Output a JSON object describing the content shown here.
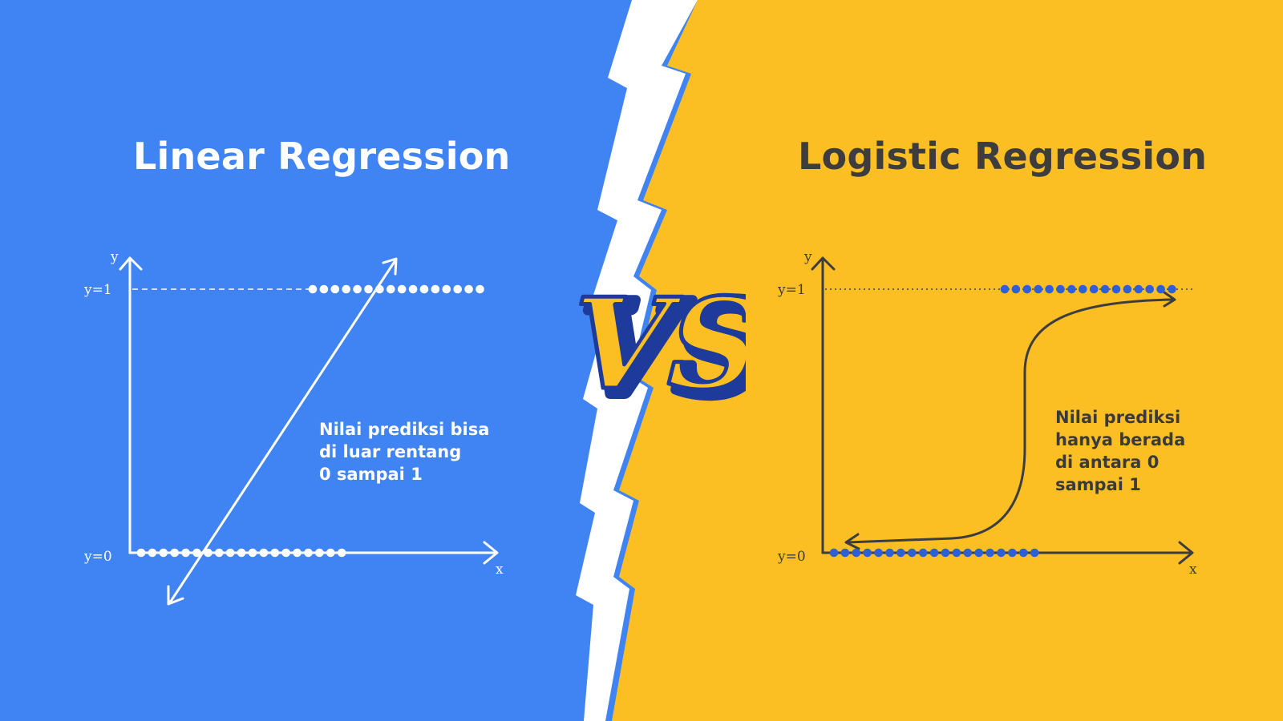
{
  "colors": {
    "left_bg": "#3f84f2",
    "right_bg": "#fbbf24",
    "divider": "#ffffff",
    "vs_fill": "#fbbf24",
    "vs_outline": "#1e3a9a",
    "left_ink": "#ffffff",
    "right_ink": "#3d3d3d",
    "right_dots": "#2f5fd8"
  },
  "vs_text": "VS",
  "left": {
    "title": "Linear Regression",
    "annotation": [
      "Nilai prediksi bisa",
      "di luar rentang",
      "0 sampai 1"
    ],
    "y_axis_label": "y",
    "x_axis_label": "x",
    "y1_label": "y=1",
    "y0_label": "y=0"
  },
  "right": {
    "title": "Logistic Regression",
    "annotation": [
      "Nilai prediksi",
      "hanya berada",
      "di antara 0",
      "sampai 1"
    ],
    "y_axis_label": "y",
    "x_axis_label": "x",
    "y1_label": "y=1",
    "y0_label": "y=0"
  }
}
